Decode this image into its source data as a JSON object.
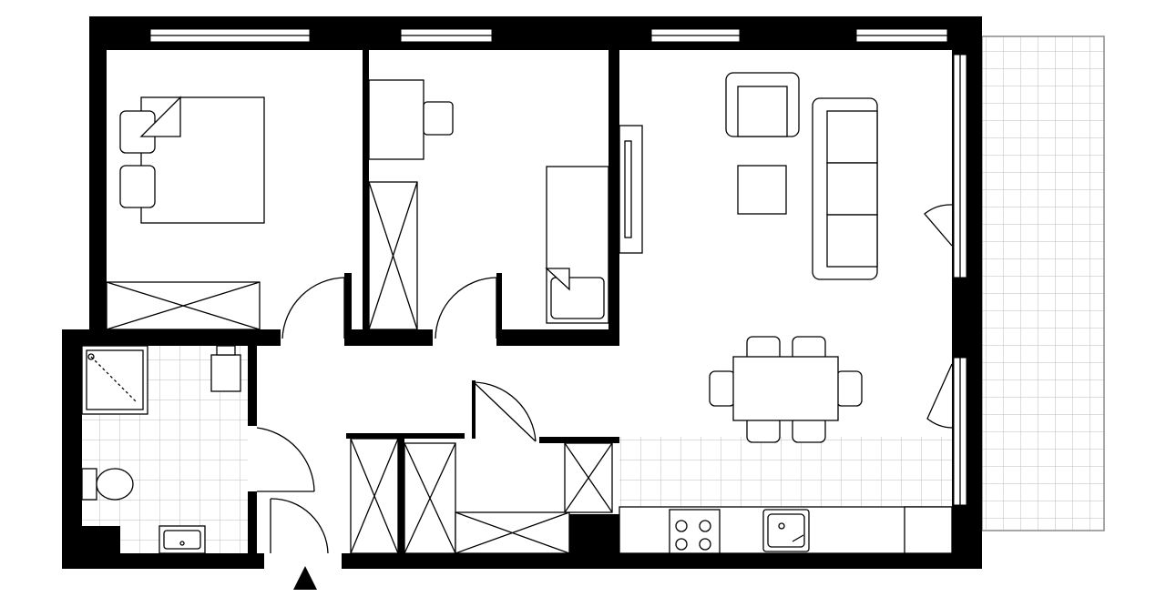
{
  "plan": {
    "colors": {
      "wall": "#000000",
      "floor": "#ffffff",
      "tile_grid": "#bbbbbb",
      "balcony_border": "#888888"
    },
    "rooms": [
      "bedroom",
      "second-bedroom",
      "living-room",
      "kitchen",
      "bathroom",
      "hallway",
      "balcony"
    ],
    "icons": [
      "entrance-arrow-icon"
    ]
  }
}
